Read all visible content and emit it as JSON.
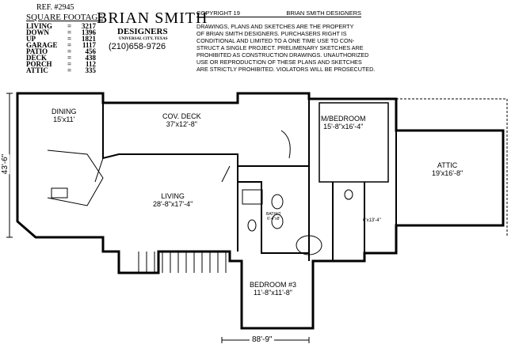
{
  "header": {
    "ref": "REF. #2945",
    "square_footage_title": "SQUARE FOOTAGE",
    "square_footage": [
      {
        "label": "LIVING",
        "value": "3217"
      },
      {
        "label": "DOWN",
        "value": "1396"
      },
      {
        "label": "UP",
        "value": "1821"
      },
      {
        "label": "GARAGE",
        "value": "1117"
      },
      {
        "label": "PATIO",
        "value": "456"
      },
      {
        "label": "DECK",
        "value": "438"
      },
      {
        "label": "PORCH",
        "value": "112"
      },
      {
        "label": "ATTIC",
        "value": "335"
      }
    ],
    "brand": "BRIAN SMITH",
    "brand_sub": "DESIGNERS",
    "city": "UNIVERSAL CITY, TEXAS",
    "phone": "(210)658-9726",
    "copyright": "COPYRIGHT 19",
    "copyright_owner": "BRIAN SMITH DESIGNERS",
    "legal_lines": [
      "DRAWINGS, PLANS AND SKETCHES ARE THE PROPERTY",
      "OF BRIAN SMITH DESIGNERS.  PURCHASERS RIGHT IS",
      "CONDITIONAL AND LIMITED TO A ONE TIME USE TO CON-",
      "STRUCT A SINGLE PROJECT.  PRELIMENARY SKETCHES ARE",
      "PROHIBITED AS CONSTRUCTION DRAWINGS.  UNAUTHORIZED",
      "USE OR REPRODUCTION OF THESE PLANS AND SKETCHES",
      "ARE STRICTLY PROHIBITED.  VIOLATORS WILL BE PROSECUTED."
    ]
  },
  "rooms": {
    "dining": {
      "name": "DINING",
      "size": "15'x11'"
    },
    "deck": {
      "name": "COV. DECK",
      "size": "37'x12'-8\""
    },
    "living": {
      "name": "LIVING",
      "size": "28'-8\"x17'-4\""
    },
    "master": {
      "name": "M/BEDROOM",
      "size": "15'-8\"x16'-4\""
    },
    "attic": {
      "name": "ATTIC",
      "size": "19'x16'-8\""
    },
    "bedroom3": {
      "name": "BEDROOM #3",
      "size": "11'-8\"x11'-8\""
    },
    "bath2": {
      "name": "BATH#2",
      "size": "6'-4\"x8'"
    },
    "closet": {
      "size": "6'x13'-4\""
    }
  },
  "dimensions": {
    "depth": "43'-6\"",
    "width": "88'-9\""
  }
}
